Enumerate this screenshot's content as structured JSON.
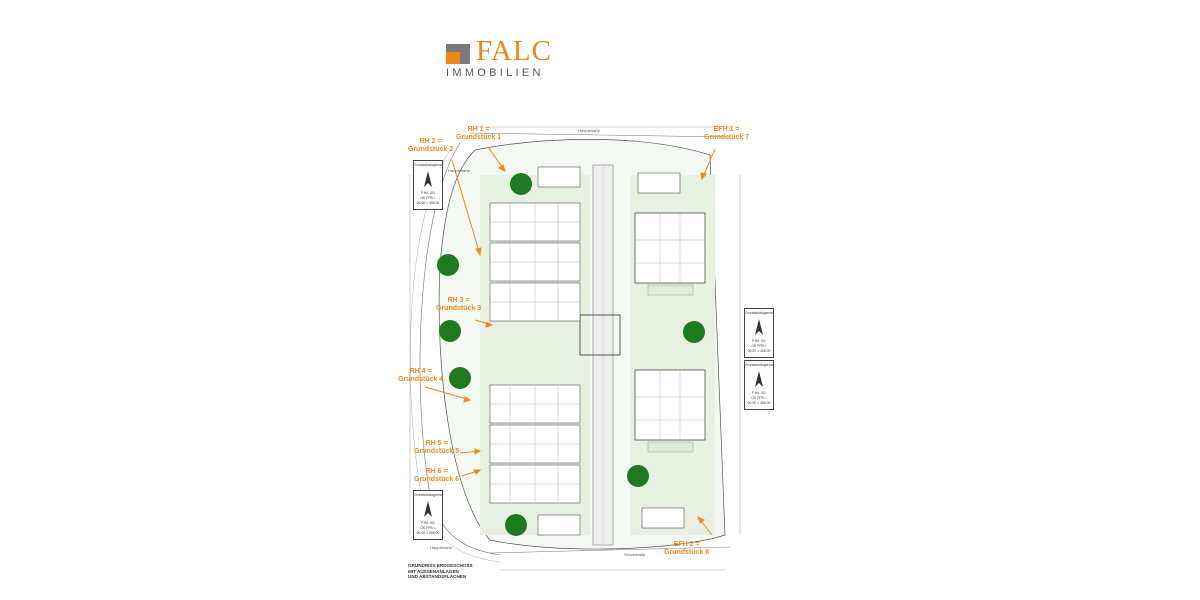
{
  "logo": {
    "brand": "FALC",
    "sub": "IMMOBILIEN",
    "brand_color": "#e8891a",
    "mark_color": "#7a7a7a"
  },
  "labels": {
    "rh1": "RH 1 =\nGrundstück 1",
    "rh2": "RH 2 =\nGrundstück 2",
    "rh3": "RH 3 =\nGrundstück 3",
    "rh4": "RH 4 =\nGrundstück 4",
    "rh5": "RH 5 =\nGrundstück 5",
    "rh6": "RH 6 =\nGrundstück 6",
    "efh1": "EFH 1 =\nGrundstück 7",
    "efh2": "EFH 2 =\nGrundstück 8"
  },
  "caption": "GRUNDRISS ERDGESCHOSS\nMIT AUSSENANLAGEN\nUND ABSTANDSFLÄCHEN",
  "streets": {
    "top": "Hauptstraße",
    "left": "Hauptstraße",
    "bottom": "Schulstraße",
    "bottom_left": "Hauptstraße"
  },
  "compass": {
    "top": "Grundstücksgrenze",
    "mid1": "P.Hö. 0/1",
    "mid2": "OK FFB =",
    "mid3": "00.00 = 406.00"
  },
  "colors": {
    "accent": "#f08a1e",
    "tree": "#1f7a1f",
    "grass": "#e6efe2",
    "line": "#555555"
  }
}
